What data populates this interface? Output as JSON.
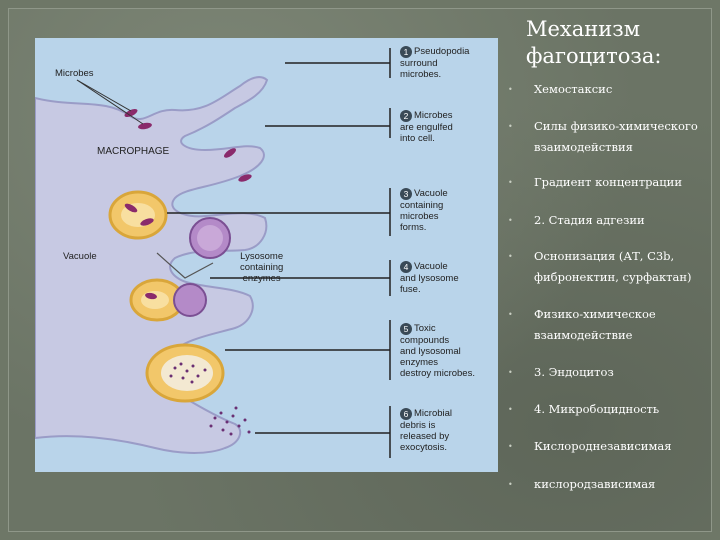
{
  "slide": {
    "title_line1": "Механизм",
    "title_line2": "фагоцитоза:",
    "bullets": [
      "Хемостаксис",
      "Силы физико-химического взаимодействия",
      "Градиент концентрации",
      "2. Стадия адгезии",
      "Оснонизация (АТ, С3b, фибронектин, сурфактан)",
      "Физико-химическое взаимодействие",
      "3. Эндоцитоз",
      "4. Микробоцидность",
      "Кислороднезависимая",
      "кислородзависимая"
    ],
    "bullet_glyph": "•"
  },
  "figure": {
    "microbes_label": "Microbes",
    "macrophage_label": "MACROPHAGE",
    "vacuole_label": "Vacuole",
    "lysosome_label_1": "Lysosome",
    "lysosome_label_2": "containing",
    "lysosome_label_3": "enzymes",
    "steps": [
      {
        "num": "1",
        "lines": [
          "Pseudopodia",
          "surround",
          "microbes."
        ]
      },
      {
        "num": "2",
        "lines": [
          "Microbes",
          "are engulfed",
          "into cell."
        ]
      },
      {
        "num": "3",
        "lines": [
          "Vacuole",
          "containing",
          "microbes",
          "forms."
        ]
      },
      {
        "num": "4",
        "lines": [
          "Vacuole",
          "and lysosome",
          "fuse."
        ]
      },
      {
        "num": "5",
        "lines": [
          "Toxic",
          "compounds",
          "and lysosomal",
          "enzymes",
          "destroy microbes."
        ]
      },
      {
        "num": "6",
        "lines": [
          "Microbial",
          "debris is",
          "released by",
          "exocytosis."
        ]
      }
    ],
    "colors": {
      "cell": "#c7c9e3",
      "cell_edge": "#9a9cc7",
      "vacuole": "#f2c76a",
      "vacuole_edge": "#d9a63a",
      "microbe": "#8a2a6b",
      "lysosome": "#b48ac8",
      "panel": "#b9d4ea"
    }
  }
}
